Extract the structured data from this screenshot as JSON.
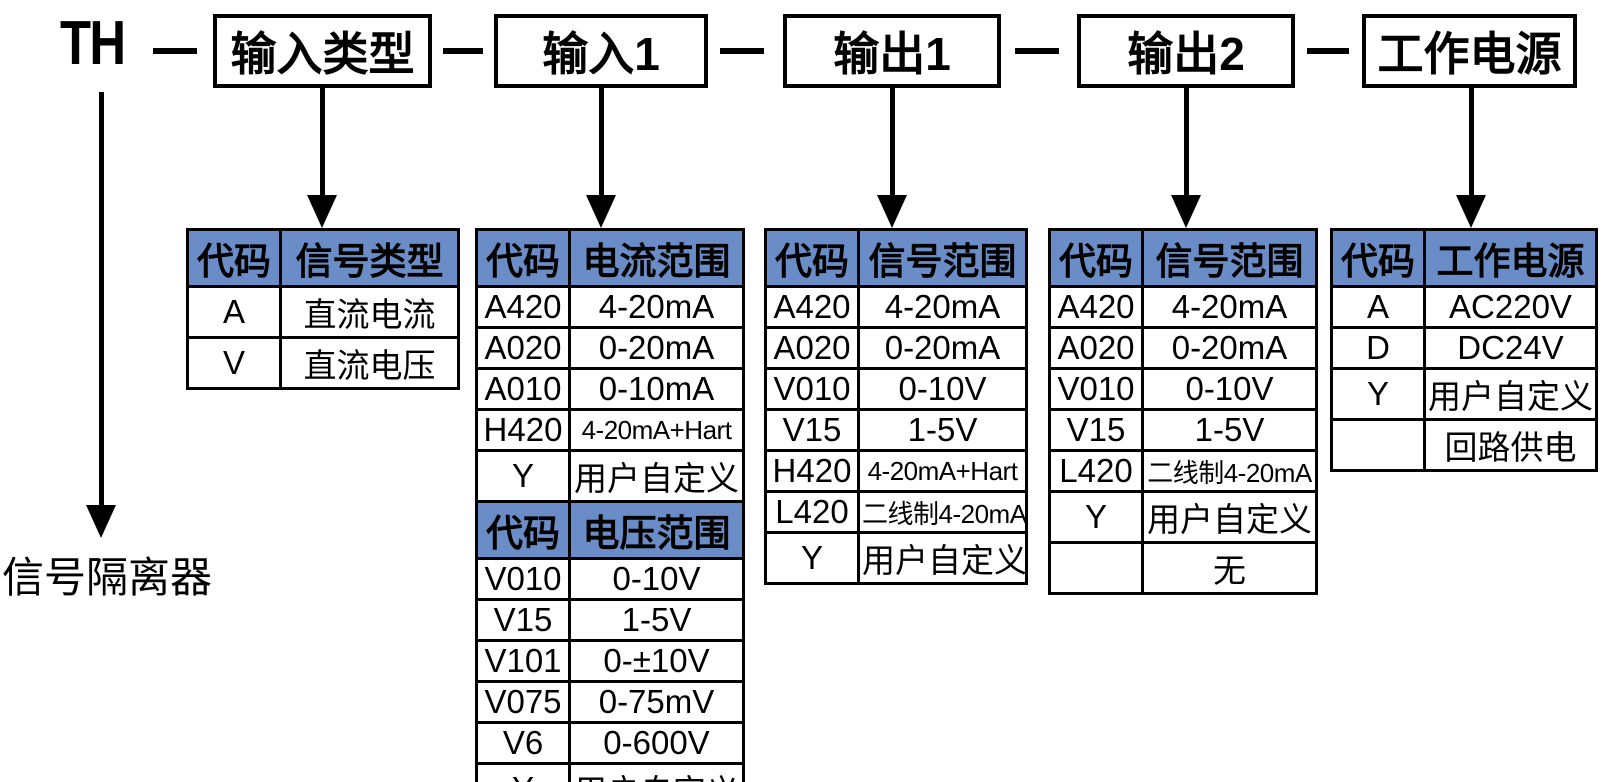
{
  "prefix": "TH",
  "product_name": "信号隔离器",
  "colors": {
    "header_bg": "#6a8dc7",
    "line": "#000000",
    "background": "#ffffff"
  },
  "top_boxes": [
    {
      "label": "输入类型"
    },
    {
      "label": "输入1"
    },
    {
      "label": "输出1"
    },
    {
      "label": "输出2"
    },
    {
      "label": "工作电源"
    }
  ],
  "tables": [
    {
      "name": "input-type-codes",
      "sections": [
        {
          "header": [
            "代码",
            "信号类型"
          ],
          "rows": [
            [
              "A",
              "直流电流"
            ],
            [
              "V",
              "直流电压"
            ]
          ]
        }
      ]
    },
    {
      "name": "input1-codes",
      "sections": [
        {
          "header": [
            "代码",
            "电流范围"
          ],
          "rows": [
            [
              "A420",
              "4-20mA"
            ],
            [
              "A020",
              "0-20mA"
            ],
            [
              "A010",
              "0-10mA"
            ],
            [
              "H420",
              "4-20mA+Hart"
            ],
            [
              "Y",
              "用户自定义"
            ]
          ]
        },
        {
          "header": [
            "代码",
            "电压范围"
          ],
          "rows": [
            [
              "V010",
              "0-10V"
            ],
            [
              "V15",
              "1-5V"
            ],
            [
              "V101",
              "0-±10V"
            ],
            [
              "V075",
              "0-75mV"
            ],
            [
              "V6",
              "0-600V"
            ],
            [
              "Y",
              "用户自定义"
            ]
          ]
        }
      ]
    },
    {
      "name": "output1-codes",
      "sections": [
        {
          "header": [
            "代码",
            "信号范围"
          ],
          "rows": [
            [
              "A420",
              "4-20mA"
            ],
            [
              "A020",
              "0-20mA"
            ],
            [
              "V010",
              "0-10V"
            ],
            [
              "V15",
              "1-5V"
            ],
            [
              "H420",
              "4-20mA+Hart"
            ],
            [
              "L420",
              "二线制4-20mA"
            ],
            [
              "Y",
              "用户自定义"
            ]
          ]
        }
      ]
    },
    {
      "name": "output2-codes",
      "sections": [
        {
          "header": [
            "代码",
            "信号范围"
          ],
          "rows": [
            [
              "A420",
              "4-20mA"
            ],
            [
              "A020",
              "0-20mA"
            ],
            [
              "V010",
              "0-10V"
            ],
            [
              "V15",
              "1-5V"
            ],
            [
              "L420",
              "二线制4-20mA"
            ],
            [
              "Y",
              "用户自定义"
            ],
            [
              "",
              "无"
            ]
          ]
        }
      ]
    },
    {
      "name": "power-codes",
      "sections": [
        {
          "header": [
            "代码",
            "工作电源"
          ],
          "rows": [
            [
              "A",
              "AC220V"
            ],
            [
              "D",
              "DC24V"
            ],
            [
              "Y",
              "用户自定义"
            ],
            [
              "",
              "回路供电"
            ]
          ]
        }
      ]
    }
  ]
}
